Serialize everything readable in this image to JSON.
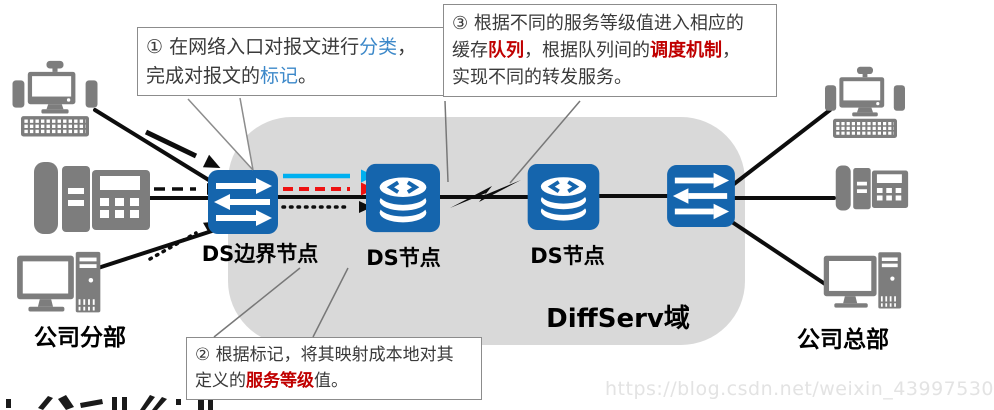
{
  "callouts": {
    "step1": {
      "l1_pre": "① 在网络入口对报文进行",
      "l1_hl": "分类",
      "l1_post": "，",
      "l2_pre": "完成对报文的",
      "l2_hl": "标记",
      "l2_post": "。"
    },
    "step2": {
      "l1": "② 根据标记，将其映射成本地对其",
      "l2_pre": "定义的",
      "l2_hl": "服务等级",
      "l2_post": "值。"
    },
    "step3": {
      "l1": "③ 根据不同的服务等级值进入相应的",
      "l2_pre": "缓存",
      "l2_hl1": "队列",
      "l2_mid": "，根据队列间的",
      "l2_hl2": "调度机制",
      "l2_post": "，",
      "l3": "实现不同的转发服务。"
    }
  },
  "labels": {
    "edge_node": "DS边界节点",
    "node1": "DS节点",
    "node2": "DS节点",
    "domain": "DiffServ域",
    "branch": "公司分部",
    "hq": "公司总部"
  },
  "watermark": "https://blog.csdn.net/weixin_43997530",
  "icons": [
    "multimedia-computer-icon",
    "ip-phone-icon",
    "desktop-pc-icon",
    "switch-icon",
    "router-icon",
    "lightning-link-icon"
  ],
  "colors": {
    "device_gray": "#7d7d7d",
    "network_blue": "#1565ad",
    "domain_fill": "#d9d9d9",
    "highlight_blue": "#3c88c9",
    "highlight_red": "#c00000",
    "arrow_cyan": "#00b0f0",
    "arrow_red": "#ee1111",
    "line_black": "#0d0d0d"
  }
}
